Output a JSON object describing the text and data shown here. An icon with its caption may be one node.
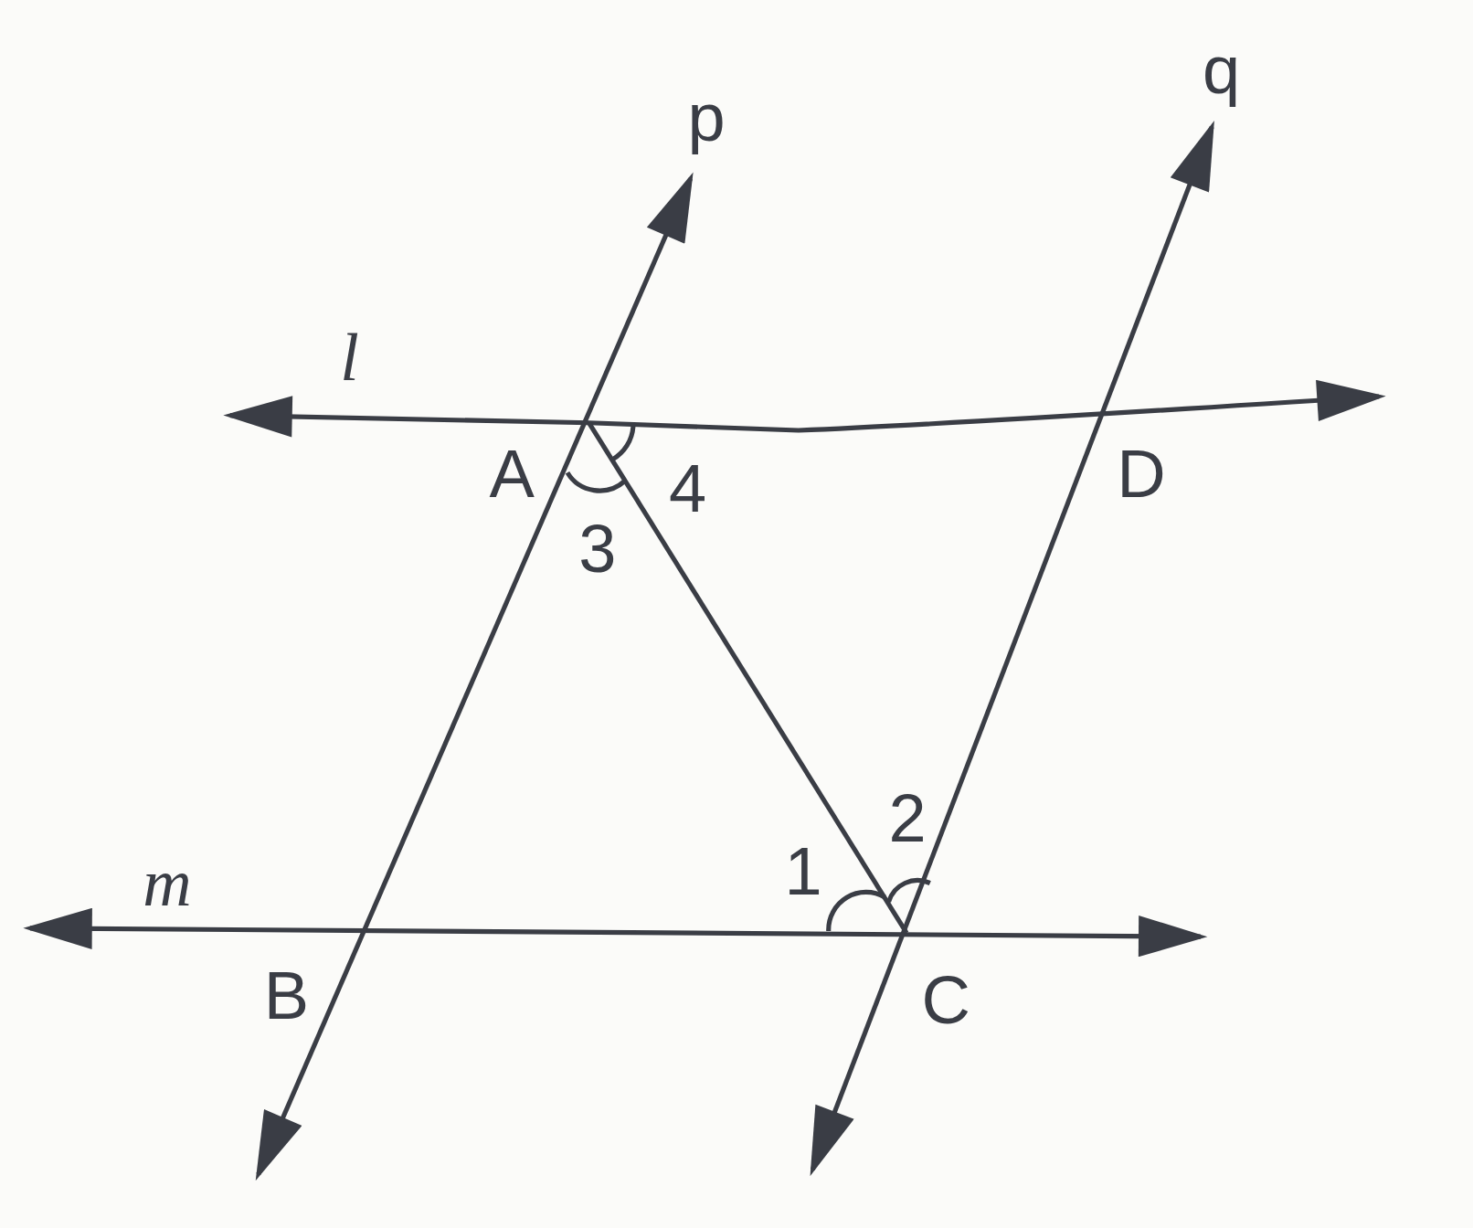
{
  "diagram": {
    "labels": [
      "q",
      "p",
      "l",
      "A",
      "4",
      "D",
      "3",
      "2",
      "m",
      "1",
      "B",
      "C"
    ]
  }
}
